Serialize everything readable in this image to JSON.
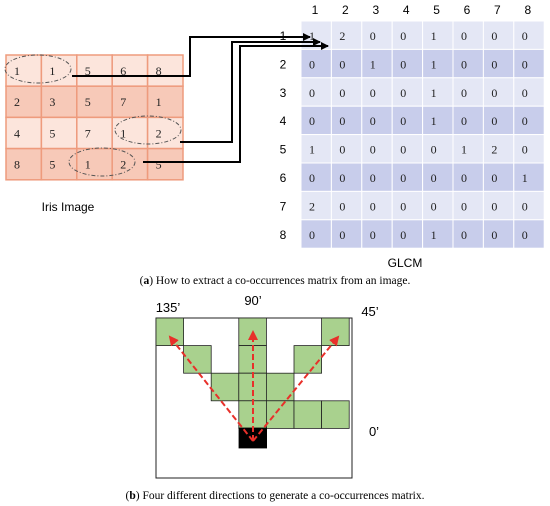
{
  "iris": {
    "label": "Iris Image",
    "grid": [
      [
        "1",
        "1",
        "5",
        "6",
        "8"
      ],
      [
        "2",
        "3",
        "5",
        "7",
        "1"
      ],
      [
        "4",
        "5",
        "7",
        "1",
        "2"
      ],
      [
        "8",
        "5",
        "1",
        "2",
        "5"
      ]
    ],
    "colors": {
      "fill_light": "#fce5dc",
      "fill_dark": "#f7c9b8",
      "border": "#ee9b7d"
    }
  },
  "glcm": {
    "label": "GLCM",
    "col_headers": [
      "1",
      "2",
      "3",
      "4",
      "5",
      "6",
      "7",
      "8"
    ],
    "row_headers": [
      "1",
      "2",
      "3",
      "4",
      "5",
      "6",
      "7",
      "8"
    ],
    "grid": [
      [
        "1",
        "2",
        "0",
        "0",
        "1",
        "0",
        "0",
        "0"
      ],
      [
        "0",
        "0",
        "1",
        "0",
        "1",
        "0",
        "0",
        "0"
      ],
      [
        "0",
        "0",
        "0",
        "0",
        "1",
        "0",
        "0",
        "0"
      ],
      [
        "0",
        "0",
        "0",
        "0",
        "1",
        "0",
        "0",
        "0"
      ],
      [
        "1",
        "0",
        "0",
        "0",
        "0",
        "1",
        "2",
        "0"
      ],
      [
        "0",
        "0",
        "0",
        "0",
        "0",
        "0",
        "0",
        "1"
      ],
      [
        "2",
        "0",
        "0",
        "0",
        "0",
        "0",
        "0",
        "0"
      ],
      [
        "0",
        "0",
        "0",
        "0",
        "1",
        "0",
        "0",
        "0"
      ]
    ],
    "colors": {
      "fill_light": "#e4e7f5",
      "fill_dark": "#c8cdeb",
      "border": "#ffffff"
    }
  },
  "caption_a": {
    "prefix": "(",
    "letter": "a",
    "text": ") How to extract a co-occurrences matrix from an image."
  },
  "caption_b": {
    "prefix": "(",
    "letter": "b",
    "text": ") Four different directions to generate a co-occurrences matrix."
  },
  "directions": {
    "labels": {
      "d135": "135’",
      "d90": "90’",
      "d45": "45’",
      "d0": "0’"
    },
    "colors": {
      "cell": "#a9d18e",
      "origin": "#000000",
      "arrow": "#e8302a"
    }
  }
}
